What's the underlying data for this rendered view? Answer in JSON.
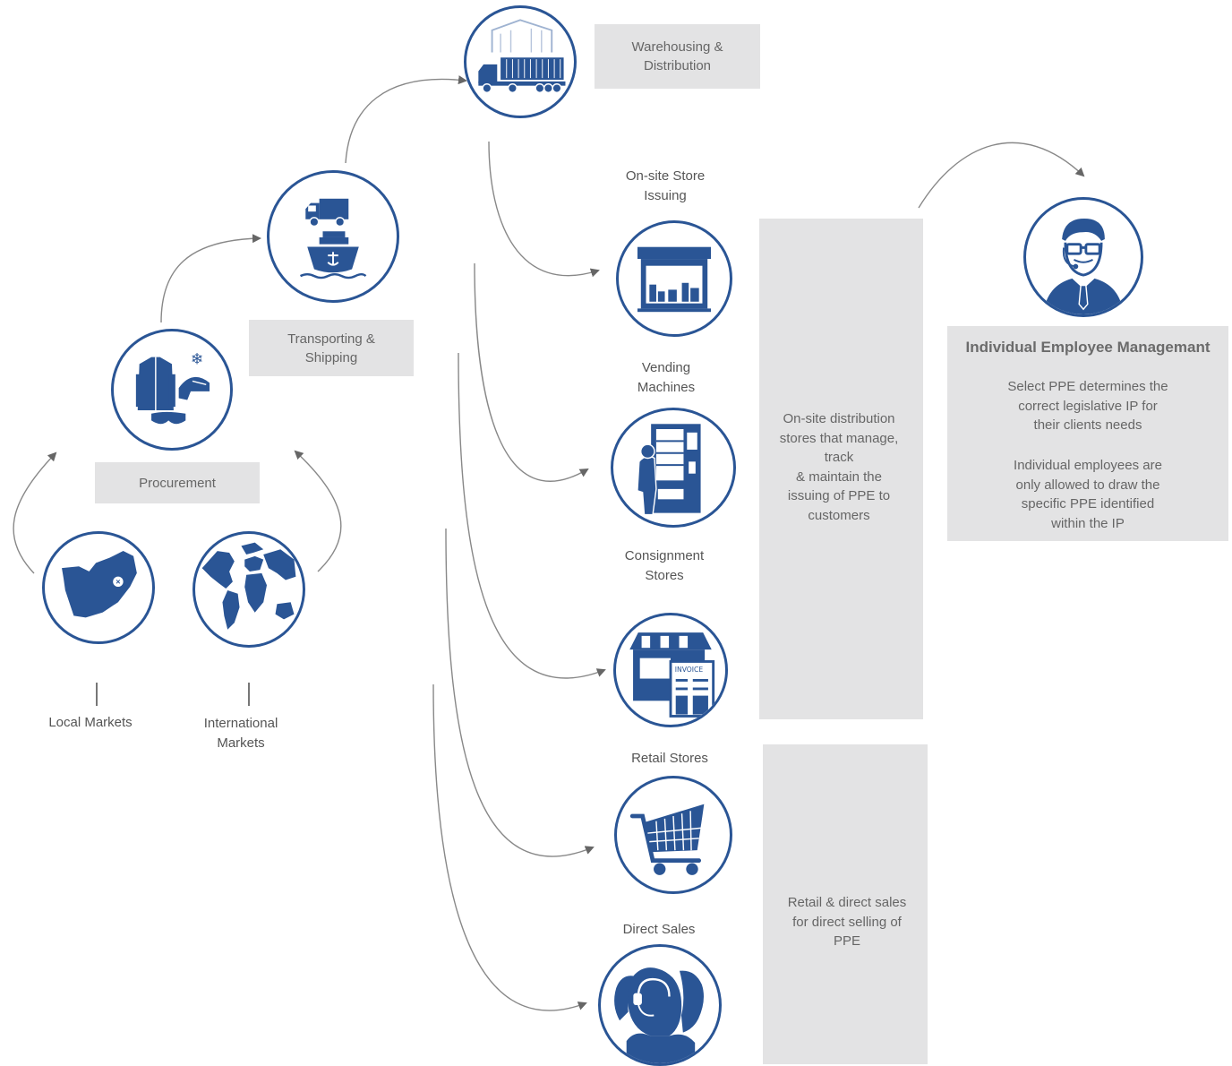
{
  "colors": {
    "icon_blue": "#2a5595",
    "box_gray": "#e3e3e4",
    "arrow_gray": "#777777"
  },
  "nodes": {
    "warehousing": {
      "label": "Warehousing &\nDistribution",
      "icon": "warehouse-truck-icon"
    },
    "transporting": {
      "label": "Transporting &\nShipping",
      "icon": "truck-ship-icon"
    },
    "procurement": {
      "label": "Procurement",
      "icon": "ppe-gear-icon"
    },
    "local_markets": {
      "label": "Local Markets",
      "icon": "south-africa-map-icon"
    },
    "international_markets": {
      "label": "International\nMarkets",
      "icon": "globe-icon"
    },
    "onsite_store": {
      "label": "On-site Store\nIssuing",
      "icon": "storefront-icon"
    },
    "vending": {
      "label": "Vending\nMachines",
      "icon": "vending-machine-icon"
    },
    "consignment": {
      "label": "Consignment\nStores",
      "icon": "invoice-store-icon"
    },
    "retail": {
      "label": "Retail Stores",
      "icon": "shopping-cart-icon"
    },
    "direct_sales": {
      "label": "Direct Sales",
      "icon": "call-center-icon"
    }
  },
  "panels": {
    "onsite_distribution": "On-site distribution\nstores that   manage,\ntrack\n& maintain the\nissuing of PPE to\ncustomers",
    "retail_direct": "Retail & direct sales\nfor direct selling   of\nPPE"
  },
  "employee": {
    "icon": "employee-headset-icon",
    "title": "Individual Employee Managemant",
    "text1": "Select PPE determines the\ncorrect legislative IP for\ntheir clients needs",
    "text2": "Individual employees are\nonly allowed to draw the\nspecific PPE identified\nwithin the IP"
  }
}
